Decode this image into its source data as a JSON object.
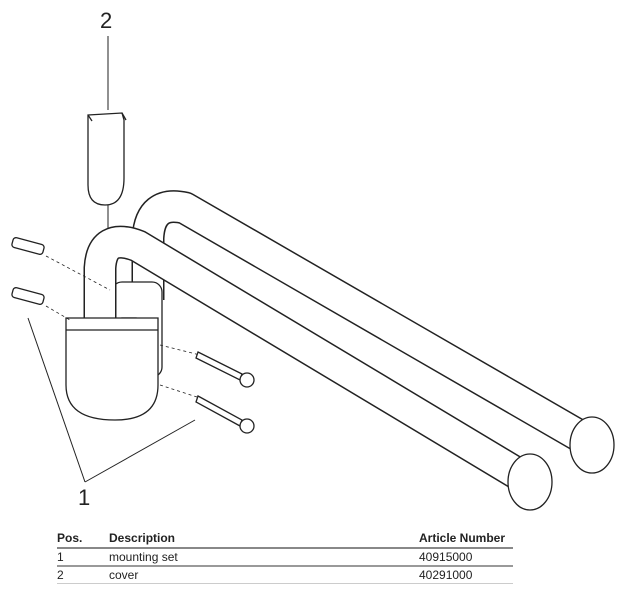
{
  "callouts": {
    "pos1": "1",
    "pos2": "2"
  },
  "table": {
    "headers": {
      "pos": "Pos.",
      "description": "Description",
      "article": "Article Number"
    },
    "rows": [
      {
        "pos": "1",
        "description": "mounting set",
        "article": "40915000"
      },
      {
        "pos": "2",
        "description": "cover",
        "article": "40291000"
      }
    ]
  }
}
